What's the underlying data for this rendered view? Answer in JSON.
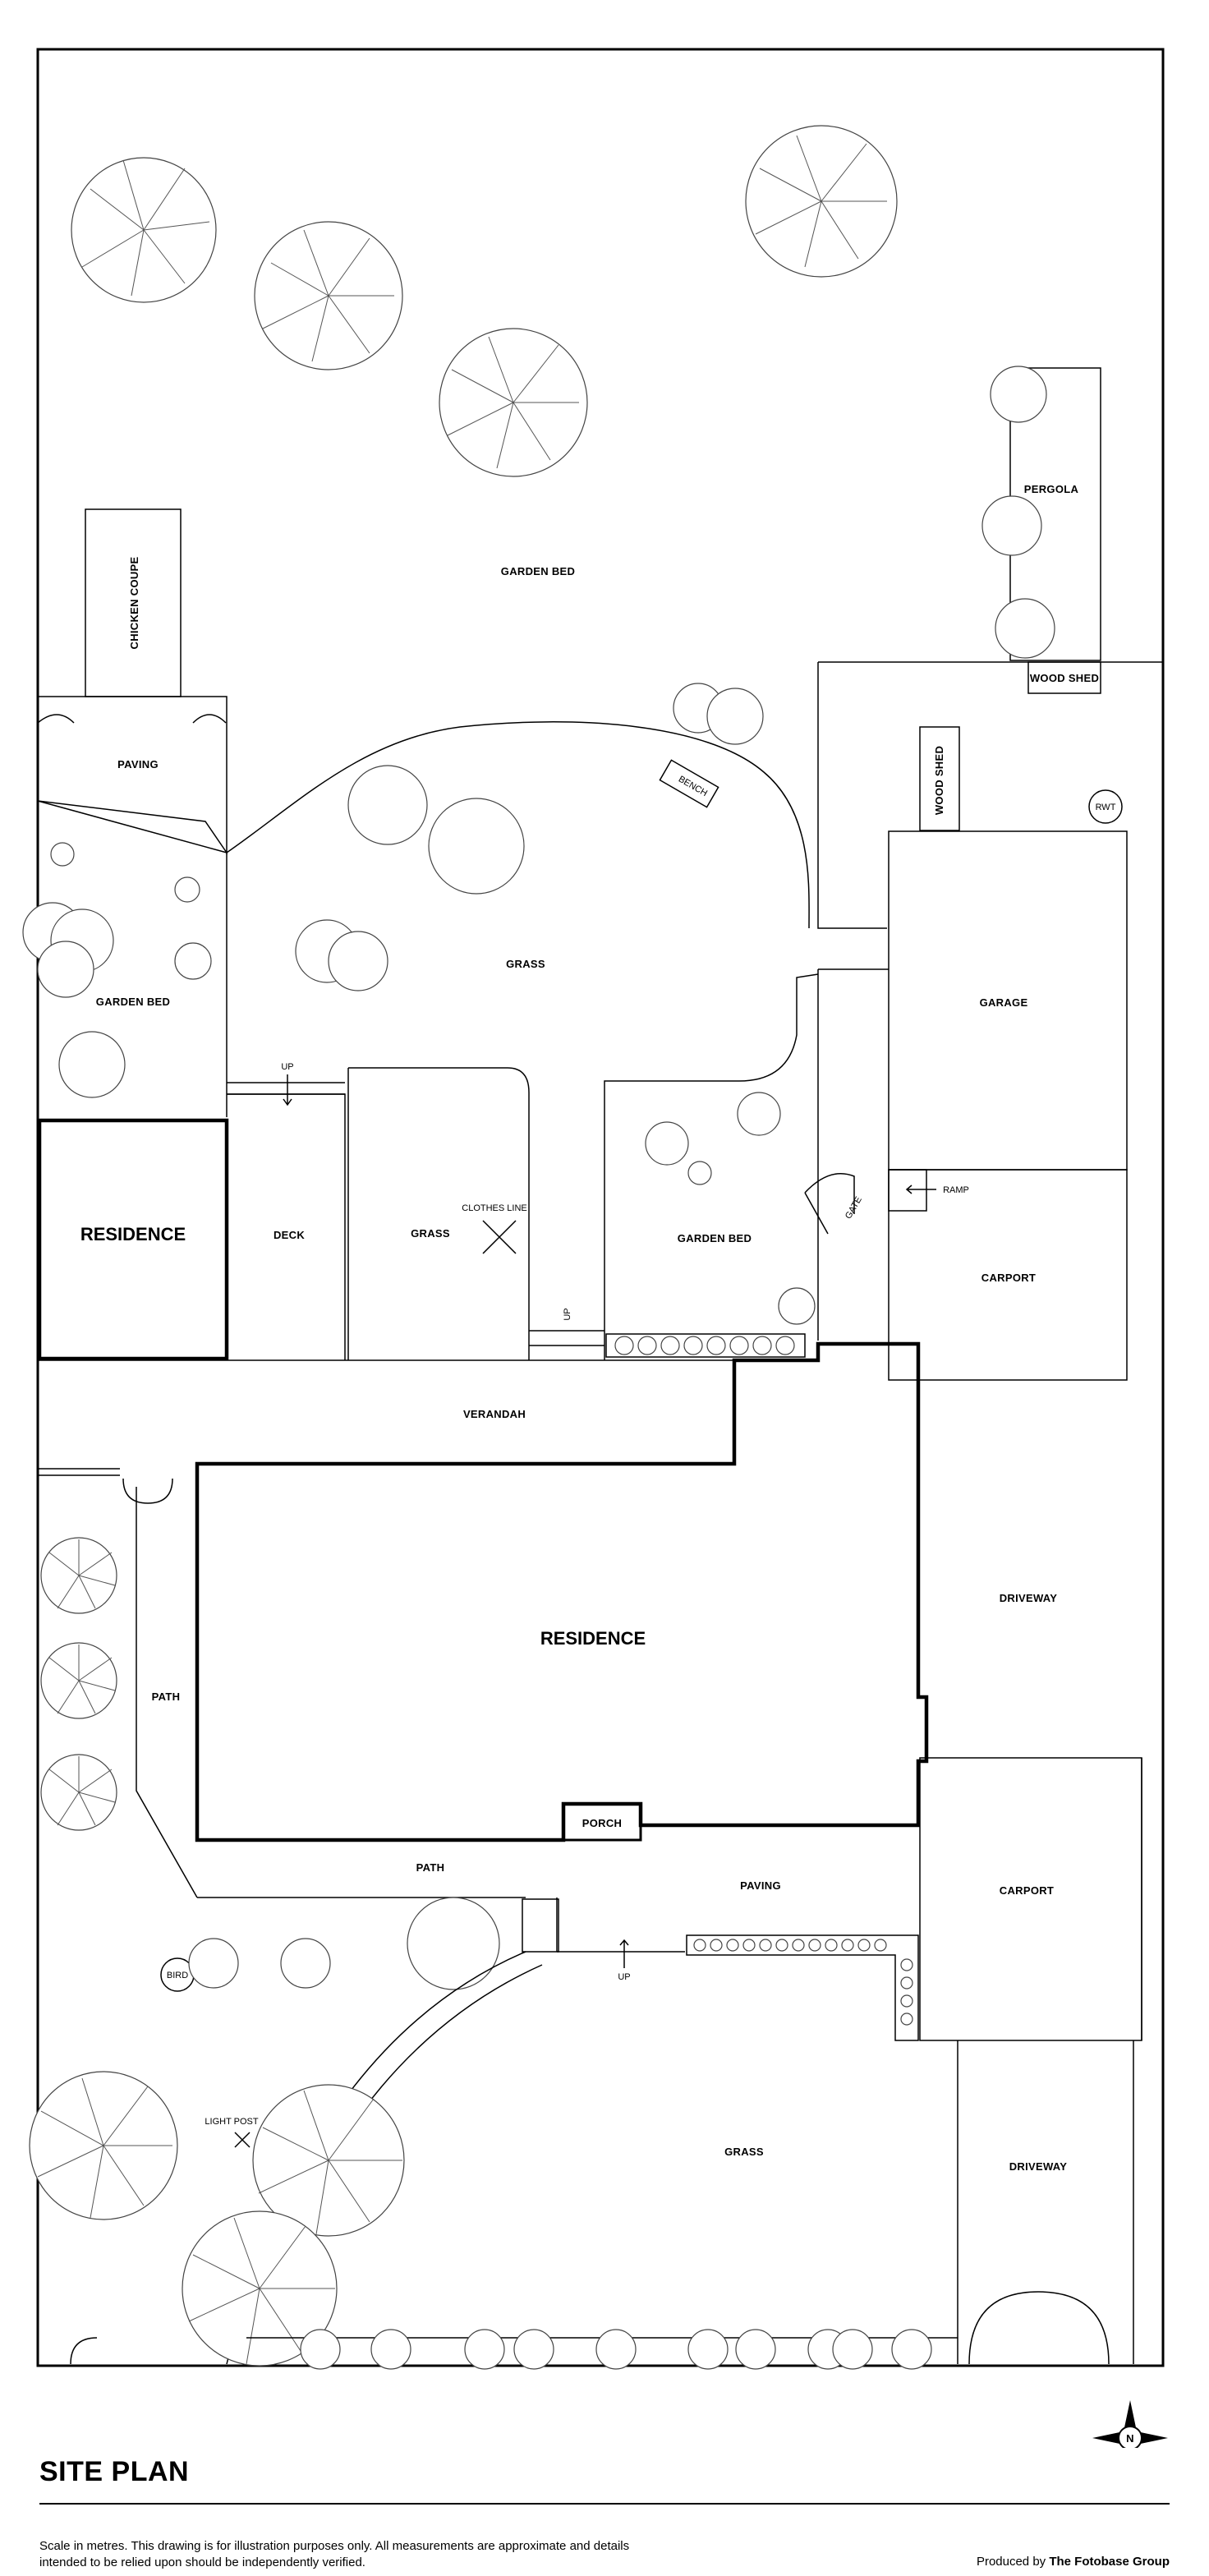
{
  "labels": {
    "garden_bed_top": "GARDEN BED",
    "chicken_coupe": "CHICKEN COUPE",
    "pergola": "PERGOLA",
    "wood_shed_1": "WOOD SHED",
    "paving_1": "PAVING",
    "bench": "BENCH",
    "wood_shed_2": "WOOD SHED",
    "rwt": "RWT",
    "grass_1": "GRASS",
    "garden_bed_left": "GARDEN BED",
    "garage": "GARAGE",
    "up_1": "UP",
    "residence_1": "RESIDENCE",
    "deck": "DECK",
    "grass_2": "GRASS",
    "clothes_line": "CLOTHES LINE",
    "garden_bed_mid": "GARDEN BED",
    "gate": "GATE",
    "ramp": "RAMP",
    "carport_1": "CARPORT",
    "up_2": "UP",
    "verandah": "VERANDAH",
    "driveway_1": "DRIVEWAY",
    "residence_2": "RESIDENCE",
    "path_1": "PATH",
    "porch": "PORCH",
    "path_2": "PATH",
    "paving_2": "PAVING",
    "carport_2": "CARPORT",
    "bird": "BIRD",
    "up_3": "UP",
    "light_post": "LIGHT POST",
    "grass_3": "GRASS",
    "driveway_2": "DRIVEWAY"
  },
  "footer": {
    "title": "SITE PLAN",
    "disclaimer": "Scale in metres. This drawing is for illustration purposes only. All measurements are approximate and details intended to be relied upon should be independently verified.",
    "credit_prefix": "Produced by ",
    "credit_brand": "The Fotobase Group"
  },
  "icons": {
    "compass": "north-arrow-icon"
  }
}
